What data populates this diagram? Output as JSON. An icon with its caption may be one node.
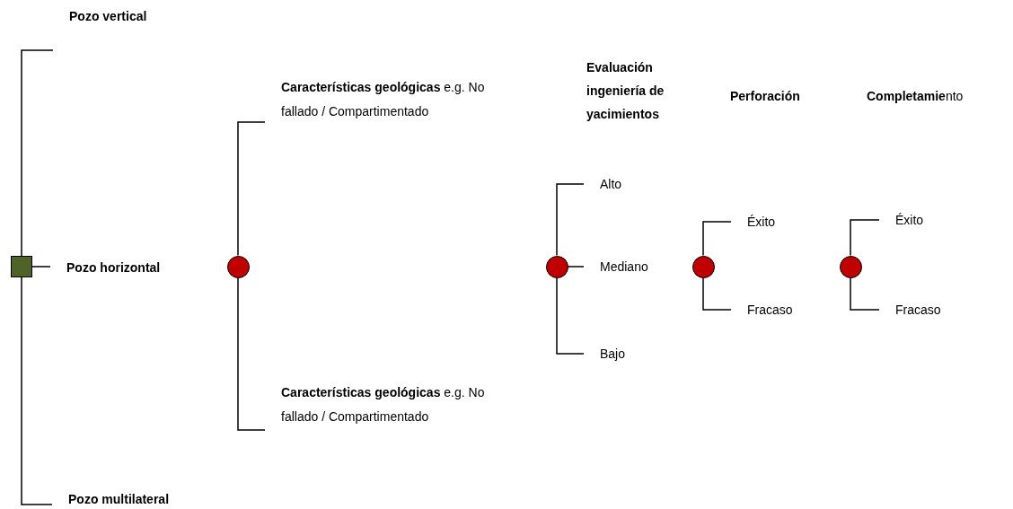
{
  "diagram": {
    "nodes": [
      {
        "text": [],
        "shape": "box"
      },
      {
        "text": [
          "Pozo vertical"
        ]
      },
      {
        "text": [
          "Pozo horizontal"
        ]
      },
      {
        "text": [
          "Pozo multilateral"
        ]
      },
      {
        "text": [],
        "shape": "circle"
      },
      {
        "text": [
          "**Características geológicas** e.g. No fallado / Compartimentado"
        ]
      },
      {
        "text": [
          "**Características geológicas** e.g. No fallado / Compartimentado"
        ]
      },
      {
        "text": [],
        "shape": "circle"
      },
      {
        "text": [
          "Alto"
        ]
      },
      {
        "text": [
          "Mediano"
        ]
      },
      {
        "text": [
          "Bajo"
        ]
      },
      {
        "text": [],
        "shape": "circle"
      },
      {
        "text": [
          "Éxito"
        ]
      },
      {
        "text": [
          "Fracaso"
        ]
      },
      {
        "text": [],
        "shape": "circle"
      },
      {
        "text": [
          "Éxito"
        ]
      },
      {
        "text": [
          "Fracaso"
        ]
      }
    ],
    "edges": [
      {
        "from": 0,
        "to": 1,
        "arrow": "none"
      },
      {
        "from": 0,
        "to": 2,
        "arrow": "none"
      },
      {
        "from": 0,
        "to": 3,
        "arrow": "none"
      },
      {
        "from": 4,
        "to": 5,
        "arrow": "none"
      },
      {
        "from": 4,
        "to": 6,
        "arrow": "none"
      },
      {
        "from": 7,
        "to": 8,
        "arrow": "none"
      },
      {
        "from": 7,
        "to": 9,
        "arrow": "none"
      },
      {
        "from": 7,
        "to": 10,
        "arrow": "none"
      },
      {
        "from": 11,
        "to": 12,
        "arrow": "none"
      },
      {
        "from": 11,
        "to": 13,
        "arrow": "none"
      },
      {
        "from": 14,
        "to": 15,
        "arrow": "none"
      },
      {
        "from": 14,
        "to": 16,
        "arrow": "none"
      }
    ],
    "labels": [
      "Evaluación ingeniería de yacimientos",
      "Perforación",
      "**Completamie**nto"
    ]
  }
}
